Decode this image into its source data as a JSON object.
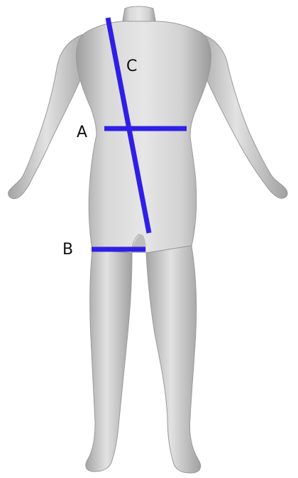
{
  "figure": {
    "description_colors": {
      "body_fill": "#cfcfcf",
      "body_shadow": "#a9a9a9",
      "body_highlight": "#eeeeee",
      "measurement_line": "#2f1fe6",
      "label_text": "#111111"
    },
    "labels": {
      "A": "A",
      "B": "B",
      "C": "C"
    }
  }
}
